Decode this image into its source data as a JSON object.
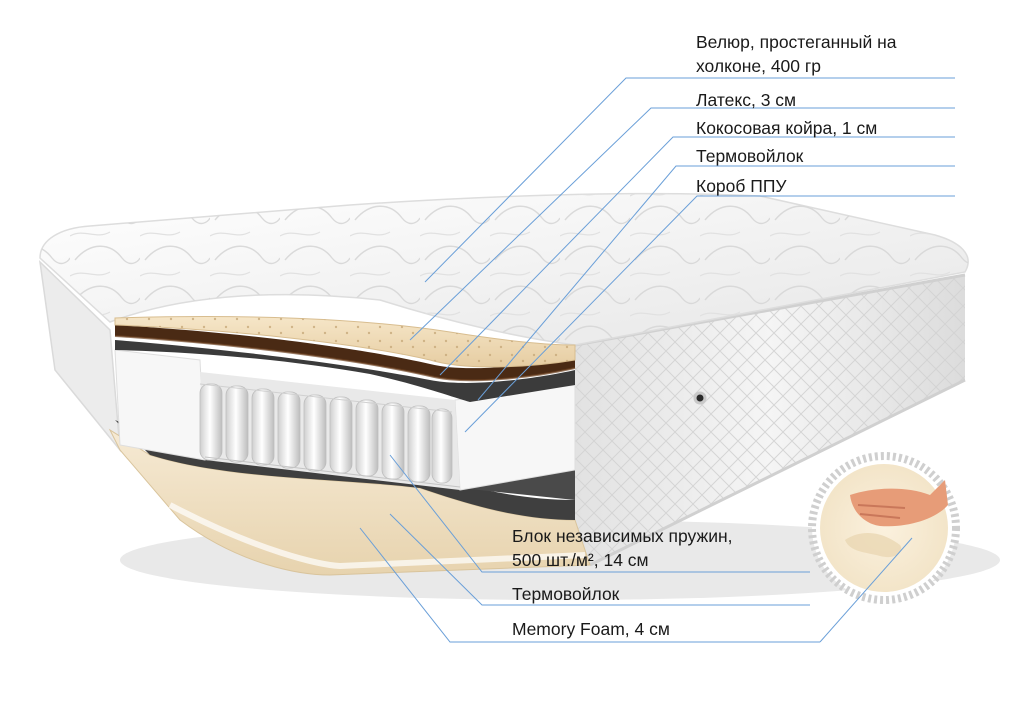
{
  "labels_top": [
    {
      "lines": [
        "Велюр, простеганный на",
        "холконе, 400 гр"
      ]
    },
    {
      "lines": [
        "Латекс, 3 см"
      ]
    },
    {
      "lines": [
        "Кокосовая койра, 1 см"
      ]
    },
    {
      "lines": [
        "Термовойлок"
      ]
    },
    {
      "lines": [
        "Короб ППУ"
      ]
    }
  ],
  "labels_bottom": [
    {
      "lines": [
        "Блок независимых пружин,",
        "500 шт./м², 14 см"
      ]
    },
    {
      "lines": [
        "Термовойлок"
      ]
    },
    {
      "lines": [
        "Memory Foam, 4 см"
      ]
    }
  ],
  "colors": {
    "leader_line": "#6a9fd8",
    "cover": "#f4f4f4",
    "latex": "#f0dcbc",
    "coir": "#4a2a14",
    "felt": "#3e3e3e",
    "foam_box": "#f7f7f7",
    "memory_foam": "#f0e2c6"
  }
}
